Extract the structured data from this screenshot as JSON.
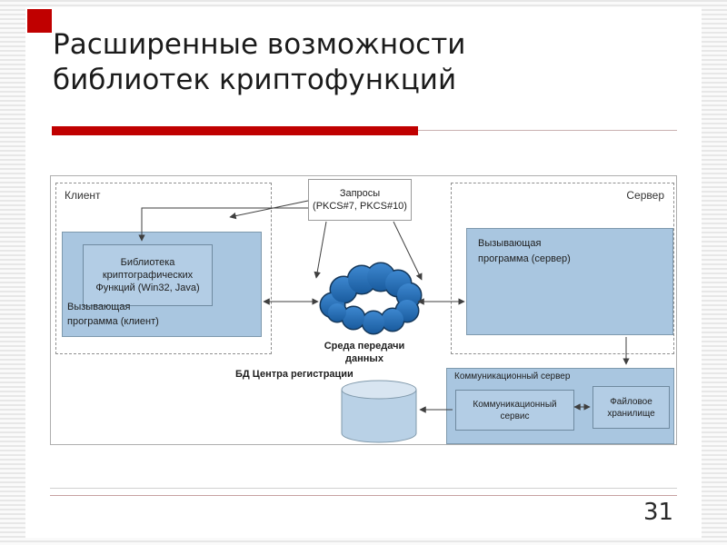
{
  "slide": {
    "title": "Расширенные возможности\nбиблиотек криптофункций",
    "page_number": "31",
    "accent_color": "#c00000"
  },
  "diagram": {
    "client_group": "Клиент",
    "server_group": "Сервер",
    "requests": "Запросы\n(PKCS#7, PKCS#10)",
    "crypto_library": "Библиотека\nкриптографических\nФункций (Win32, Java)",
    "client_program": "Вызывающая\nпрограмма (клиент)",
    "server_program": "Вызывающая\nпрограмма (сервер)",
    "transfer_medium": "Среда передачи\nданных",
    "registration_db": "БД Центра регистрации",
    "comm_server": "Коммуникационный сервер",
    "comm_service": "Коммуникационный\nсервис",
    "file_storage": "Файловое\nхранилище",
    "cloud_color": "#2471bd",
    "box_color": "#a9c6e0"
  }
}
